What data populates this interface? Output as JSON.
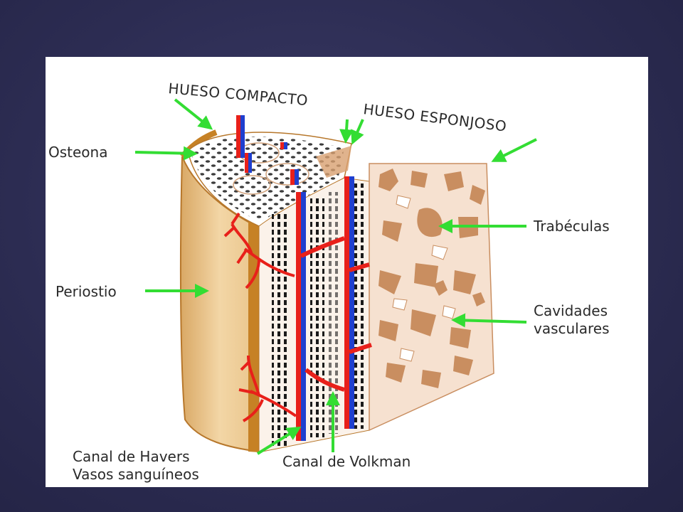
{
  "labels": {
    "hueso_compacto": "HUESO COMPACTO",
    "hueso_esponjoso": "HUESO ESPONJOSO",
    "osteona": "Osteona",
    "trabeculas": "Trabéculas",
    "periostio": "Periostio",
    "cavidades_line1": "Cavidades",
    "cavidades_line2": "vasculares",
    "canal_havers_line1": "Canal de Havers",
    "canal_havers_line2": "Vasos sanguíneos",
    "canal_volkman": "Canal de Volkman"
  },
  "colors": {
    "slide_background": "#2c2c52",
    "panel": "#ffffff",
    "arrow": "#33dd33",
    "vessel_red": "#e8201a",
    "vessel_blue": "#1f3fcf",
    "periosteum": "#e9c48a",
    "spongy_bone": "#f6e1d0",
    "trabecula_dark": "#c98e60"
  }
}
